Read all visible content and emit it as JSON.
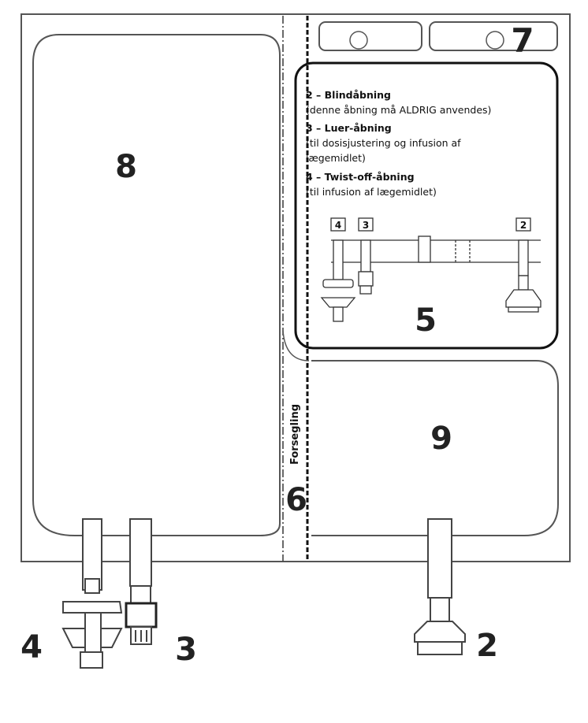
{
  "labels": {
    "num_8": "8",
    "num_7": "7",
    "num_5": "5",
    "num_9": "9",
    "num_6": "6",
    "num_4": "4",
    "num_3": "3",
    "num_2": "2"
  },
  "seal_label": "Forsegling",
  "legend": {
    "item_2_title": "2 – Blindåbning",
    "item_2_desc": "(denne åbning må ALDRIG anvendes)",
    "item_3_title": "3 – Luer-åbning",
    "item_3_desc_1": "(til dosisjustering og infusion af",
    "item_3_desc_2": "lægemidlet)",
    "item_4_title": "4 – Twist-off-åbning",
    "item_4_desc": "(til infusion af lægemidlet)",
    "box_4": "4",
    "box_3": "3",
    "box_2": "2"
  }
}
